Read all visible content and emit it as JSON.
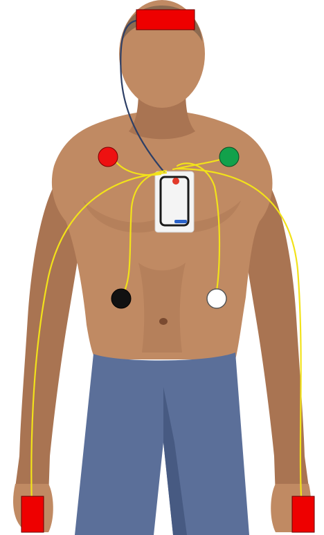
{
  "figure": {
    "subject": "",
    "colors": {
      "background": "#ffffff",
      "skin": "#c08a63",
      "skin_shadow": "#a97452",
      "skin_highlight": "#d6a47c",
      "hair": "#8c6a50",
      "shorts": "#5b6f99",
      "shorts_shadow": "#475a82"
    }
  },
  "electrodes": [
    {
      "id": "head",
      "shape": "rect",
      "color": "#ee0000"
    },
    {
      "id": "right-shoulder",
      "shape": "circle",
      "color": "#ee1111"
    },
    {
      "id": "left-shoulder",
      "shape": "circle",
      "color": "#12a14b"
    },
    {
      "id": "right-lower-chest",
      "shape": "circle",
      "color": "#111111"
    },
    {
      "id": "left-lower-chest",
      "shape": "circle",
      "color": "#ffffff"
    },
    {
      "id": "right-wrist",
      "shape": "rect",
      "color": "#ee0000"
    },
    {
      "id": "left-wrist",
      "shape": "rect",
      "color": "#ee0000"
    }
  ],
  "wires": {
    "lead_color": "#f2e21a",
    "head_lead_color": "#2d3f66"
  },
  "recorder": {
    "device": "",
    "colors": {
      "body": "#f4f4f4",
      "border": "#1a1a1a",
      "accent": "#2a62c9",
      "badge": "#e23a2a"
    }
  }
}
